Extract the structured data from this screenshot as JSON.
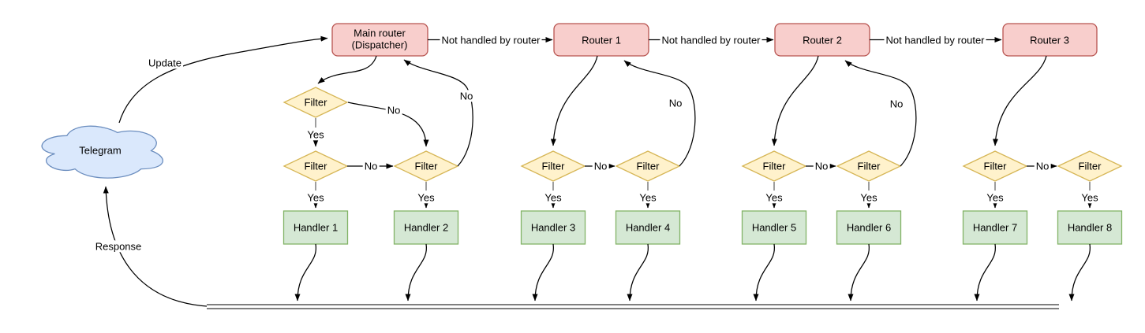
{
  "cloud": {
    "label": "Telegram"
  },
  "flow_labels": {
    "update": "Update",
    "response": "Response",
    "yes": "Yes",
    "no": "No",
    "not_handled": "Not handled by router"
  },
  "groups": [
    {
      "router": {
        "line1": "Main router",
        "line2": "(Dispatcher)"
      },
      "filters": [
        "Filter",
        "Filter",
        "Filter"
      ],
      "handlers": [
        "Handler 1",
        "Handler 2"
      ]
    },
    {
      "router": {
        "line1": "Router 1"
      },
      "filters": [
        "Filter",
        "Filter"
      ],
      "handlers": [
        "Handler 3",
        "Handler 4"
      ]
    },
    {
      "router": {
        "line1": "Router 2"
      },
      "filters": [
        "Filter",
        "Filter"
      ],
      "handlers": [
        "Handler 5",
        "Handler 6"
      ]
    },
    {
      "router": {
        "line1": "Router 3"
      },
      "filters": [
        "Filter",
        "Filter"
      ],
      "handlers": [
        "Handler 7",
        "Handler 8"
      ]
    }
  ],
  "colors": {
    "router_fill": "#f8cecc",
    "router_stroke": "#b85450",
    "filter_fill": "#fff2cc",
    "filter_stroke": "#d6b656",
    "handler_fill": "#d5e8d4",
    "handler_stroke": "#82b366",
    "cloud_fill": "#dae8fc",
    "cloud_stroke": "#6c8ebf",
    "connector": "#000000"
  }
}
